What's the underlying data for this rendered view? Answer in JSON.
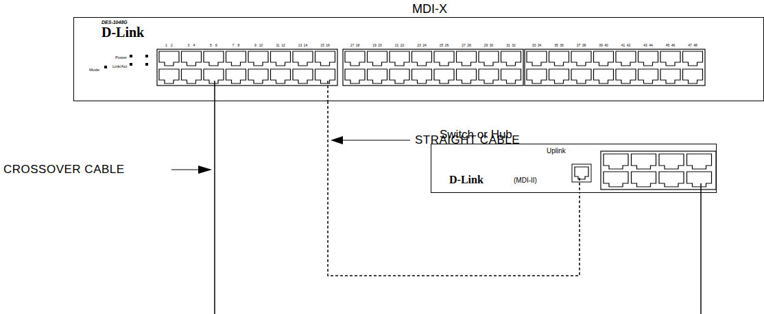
{
  "diagram": {
    "nodes": [
      {
        "text": [
          "MDI-X",
          "DES-1048G",
          "D-Link",
          "Power",
          "Mode",
          "Link/Act"
        ]
      },
      {
        "text": [
          "Switch or Hub",
          "D-Link",
          "Uplink",
          "(MDI-II)"
        ]
      }
    ],
    "edges": [
      {
        "from": 0,
        "to": 1,
        "arrow": "none"
      }
    ],
    "labels": [
      "STRAIGHT CABLE",
      "CROSSOVER CABLE",
      "1",
      "2",
      "3",
      "4",
      "5",
      "6",
      "7",
      "8",
      "9",
      "10",
      "11",
      "12",
      "13",
      "14",
      "15",
      "16",
      "17",
      "18",
      "19",
      "20",
      "21",
      "22",
      "23",
      "24",
      "25",
      "26",
      "27",
      "28",
      "29",
      "30",
      "31",
      "32",
      "33",
      "34",
      "35",
      "36",
      "37",
      "38",
      "39",
      "40",
      "41",
      "42",
      "43",
      "44",
      "45",
      "46",
      "47",
      "48"
    ]
  }
}
